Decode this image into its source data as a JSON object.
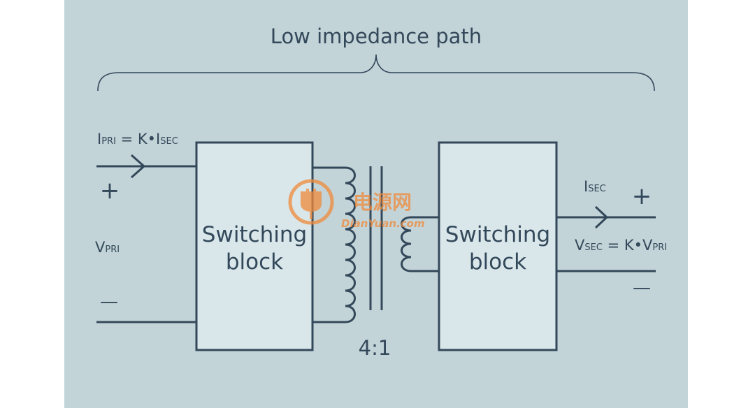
{
  "diagram": {
    "title": "Low impedance path",
    "left_block": {
      "line1": "Switching",
      "line2": "block"
    },
    "right_block": {
      "line1": "Switching",
      "line2": "block"
    },
    "ratio": "4:1",
    "primary_current": {
      "base": "I",
      "sub": "PRI",
      "eq": " = K•I",
      "sub2": "SEC"
    },
    "primary_voltage": {
      "base": "V",
      "sub": "PRI"
    },
    "secondary_current": {
      "base": "I",
      "sub": "SEC"
    },
    "secondary_voltage": {
      "base": "V",
      "sub": "SEC",
      "eq": " = K•V",
      "sub2": "PRI"
    },
    "plus": "+",
    "minus": "—",
    "watermark": {
      "cn": "电源网",
      "en": "DianYuan.com"
    },
    "colors": {
      "background": "#c3d4d8",
      "block_fill": "#d9e7ea",
      "ink": "#33485a",
      "watermark": "#f08a3a"
    }
  }
}
